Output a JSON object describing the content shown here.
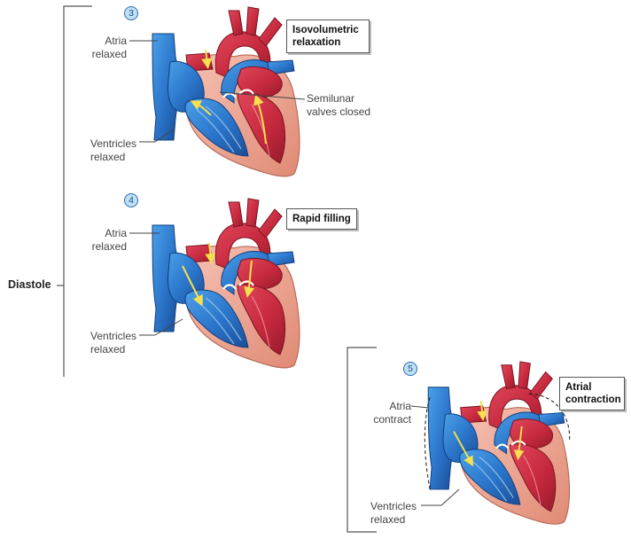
{
  "side_label": "Diastole",
  "colors": {
    "oxygen_poor": "#2a74c9",
    "oxygen_rich": "#c5283d",
    "myocardium": "#ea9a86",
    "flow_arrow": "#f6e04b",
    "callout_line": "#444444",
    "number_fill": "#bfe0f5",
    "number_border": "#2a6db3"
  },
  "stages": [
    {
      "number": "3",
      "title": "Isovolumetric relaxation",
      "labels": {
        "atria": "Atria relaxed",
        "valves": "Semilunar valves closed",
        "ventricles": "Ventricles relaxed"
      }
    },
    {
      "number": "4",
      "title": "Rapid filling",
      "labels": {
        "atria": "Atria relaxed",
        "ventricles": "Ventricles relaxed"
      }
    },
    {
      "number": "5",
      "title": "Atrial contraction",
      "labels": {
        "atria": "Atria contract",
        "ventricles": "Ventricles relaxed"
      }
    }
  ]
}
